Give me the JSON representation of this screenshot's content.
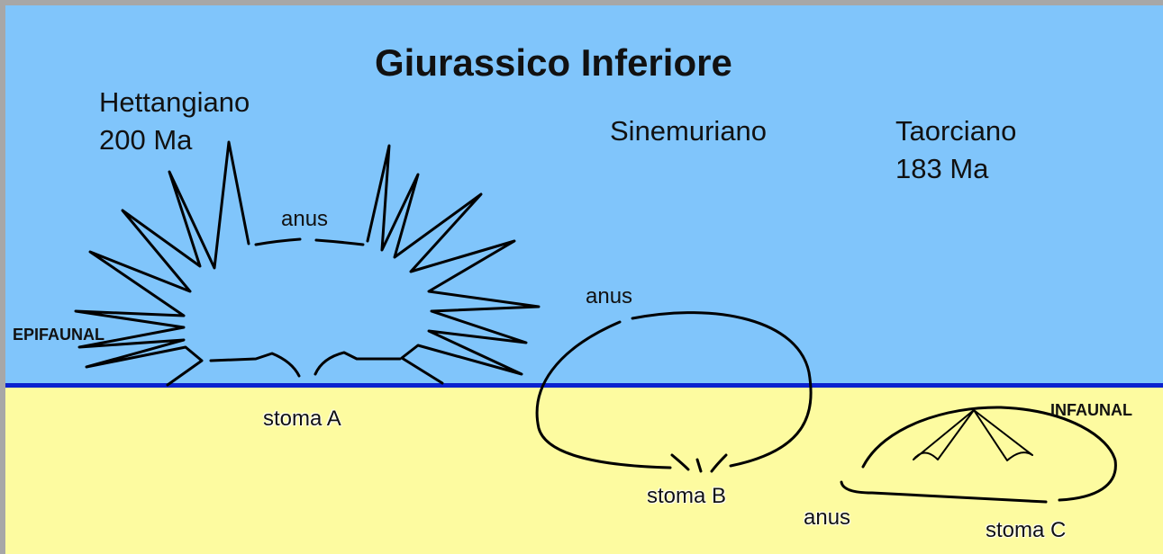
{
  "title": "Giurassico Inferiore",
  "stages": [
    {
      "name": "Hettangiano",
      "age": "200 Ma"
    },
    {
      "name": "Sinemuriano"
    },
    {
      "name": "Taorciano",
      "age": "183 Ma"
    }
  ],
  "zones": {
    "epifaunal": "EPIFAUNAL",
    "infaunal": "INFAUNAL"
  },
  "labels": {
    "anus_a": "anus",
    "stoma_a": "stoma A",
    "anus_b": "anus",
    "stoma_b": "stoma B",
    "anus_c": "anus",
    "stoma_c": "stoma C"
  },
  "colors": {
    "water": "#80c5fb",
    "sediment": "#fdfba0",
    "seafloor_line": "#0b22cf",
    "frame": "#a7a7a7"
  }
}
